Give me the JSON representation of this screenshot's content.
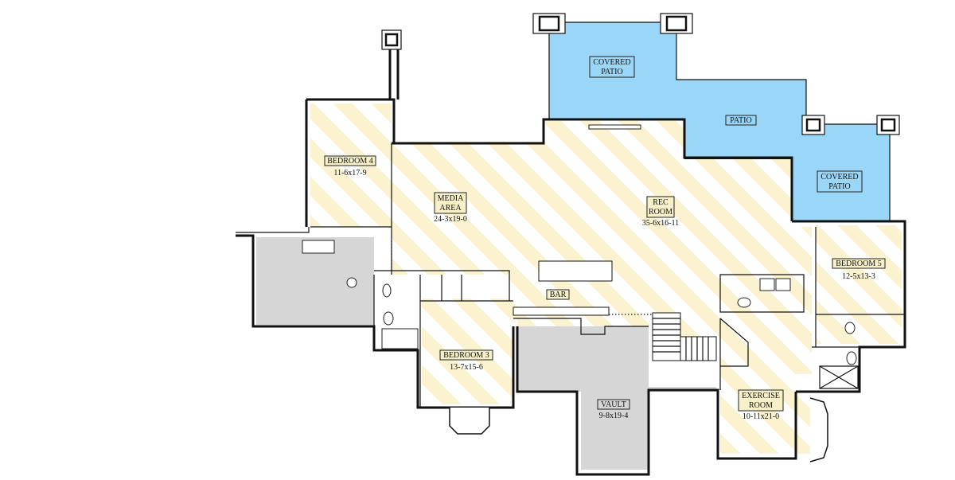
{
  "plan": {
    "rooms": [
      {
        "id": "bedroom4",
        "name": "BEDROOM 4",
        "dims": "11-6x17-9"
      },
      {
        "id": "media",
        "name_lines": [
          "MEDIA",
          "AREA"
        ],
        "dims": "24-3x19-0"
      },
      {
        "id": "rec",
        "name_lines": [
          "REC",
          "ROOM"
        ],
        "dims": "35-6x16-11"
      },
      {
        "id": "covered_patio_1",
        "name_lines": [
          "COVERED",
          "PATIO"
        ]
      },
      {
        "id": "patio",
        "name": "PATIO"
      },
      {
        "id": "covered_patio_2",
        "name_lines": [
          "COVERED",
          "PATIO"
        ]
      },
      {
        "id": "bedroom5",
        "name": "BEDROOM 5",
        "dims": "12-5x13-3"
      },
      {
        "id": "bar",
        "name": "BAR"
      },
      {
        "id": "bedroom3",
        "name": "BEDROOM 3",
        "dims": "13-7x15-6"
      },
      {
        "id": "vault",
        "name": "VAULT",
        "dims": "9-8x19-4"
      },
      {
        "id": "exercise",
        "name_lines": [
          "EXERCISE",
          "ROOM"
        ],
        "dims": "10-11x21-0"
      }
    ],
    "colors": {
      "patio_fill": "#99d6f7",
      "stripe_fill": "#fbf3cf",
      "unfinished_fill": "#d6d6d6",
      "wall": "#111111"
    }
  }
}
